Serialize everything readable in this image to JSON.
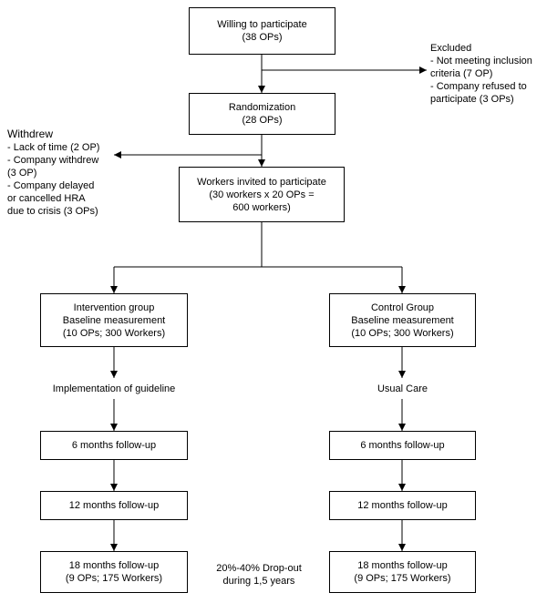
{
  "boxes": {
    "willing": {
      "line1": "Willing to participate",
      "line2": "(38 OPs)"
    },
    "randomization": {
      "line1": "Randomization",
      "line2": "(28 OPs)"
    },
    "invited": {
      "line1": "Workers invited to participate",
      "line2": "(30 workers x 20 OPs =",
      "line3": "600 workers)"
    },
    "intervention": {
      "line1": "Intervention group",
      "line2": "Baseline measurement",
      "line3": "(10 OPs; 300 Workers)"
    },
    "control": {
      "line1": "Control Group",
      "line2": "Baseline measurement",
      "line3": "(10 OPs; 300 Workers)"
    },
    "int_6m": {
      "line1": "6 months follow-up"
    },
    "int_12m": {
      "line1": "12 months follow-up"
    },
    "int_18m": {
      "line1": "18 months follow-up",
      "line2": "(9 OPs; 175 Workers)"
    },
    "ctl_6m": {
      "line1": "6 months follow-up"
    },
    "ctl_12m": {
      "line1": "12 months follow-up"
    },
    "ctl_18m": {
      "line1": "18 months follow-up",
      "line2": "(9 OPs; 175 Workers)"
    }
  },
  "labels": {
    "excluded": {
      "title": "Excluded",
      "items": [
        "- Not meeting inclusion",
        "criteria (7 OP)",
        "- Company refused to",
        "participate (3 OPs)"
      ]
    },
    "withdrew": {
      "title": "Withdrew",
      "items": [
        "- Lack of time (2 OP)",
        "- Company withdrew",
        "(3 OP)",
        "- Company delayed",
        "or cancelled HRA",
        "due to crisis (3 OPs)"
      ]
    },
    "implementation": "Implementation of guideline",
    "usual_care": "Usual Care",
    "dropout": {
      "line1": "20%-40% Drop-out",
      "line2": "during 1,5 years"
    }
  }
}
